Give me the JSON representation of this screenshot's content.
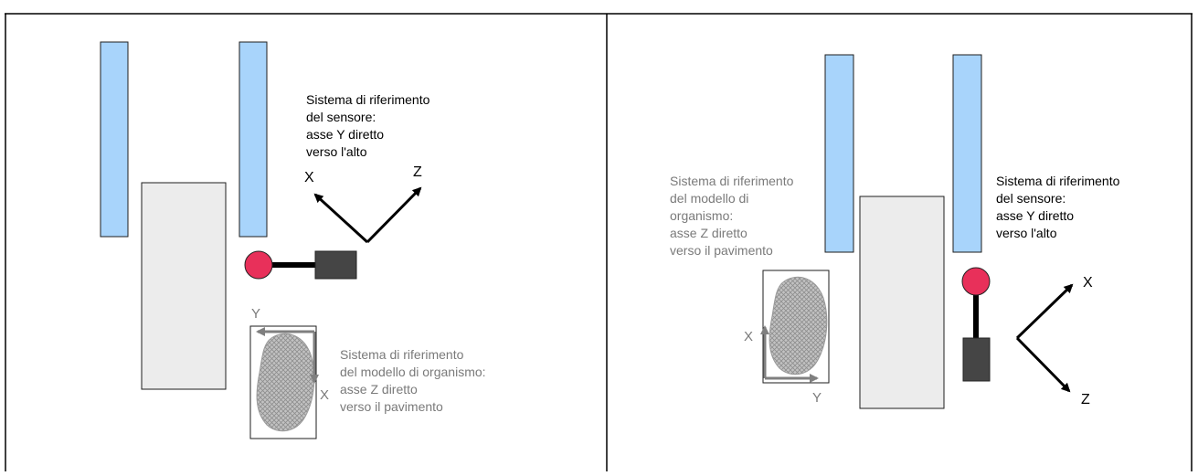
{
  "colors": {
    "column_fill": "#a8d4fb",
    "column_stroke": "#1e1e1e",
    "block_fill": "#ececec",
    "block_stroke": "#1e1e1e",
    "ball_fill": "#e8305a",
    "sensor_fill": "#454545",
    "axis_dark": "#000000",
    "axis_gray": "#7f7f7f",
    "organism_fill": "#a9a9a9"
  },
  "left_panel": {
    "sensor_text": [
      "Sistema di riferimento",
      "del sensore:",
      "asse Y diretto",
      "verso l'alto"
    ],
    "sensor_axes": {
      "x": "X",
      "z": "Z"
    },
    "model_text": [
      "Sistema di riferimento",
      "del modello di organismo:",
      "asse Z diretto",
      "verso il pavimento"
    ],
    "model_axes": {
      "y": "Y",
      "x": "X"
    }
  },
  "right_panel": {
    "model_text": [
      "Sistema di riferimento",
      "del modello di",
      "organismo:",
      "asse Z diretto",
      "verso il pavimento"
    ],
    "model_axes": {
      "x": "X",
      "y": "Y"
    },
    "sensor_text": [
      "Sistema di riferimento",
      "del sensore:",
      "asse Y diretto",
      "verso l'alto"
    ],
    "sensor_axes": {
      "x": "X",
      "z": "Z"
    }
  }
}
